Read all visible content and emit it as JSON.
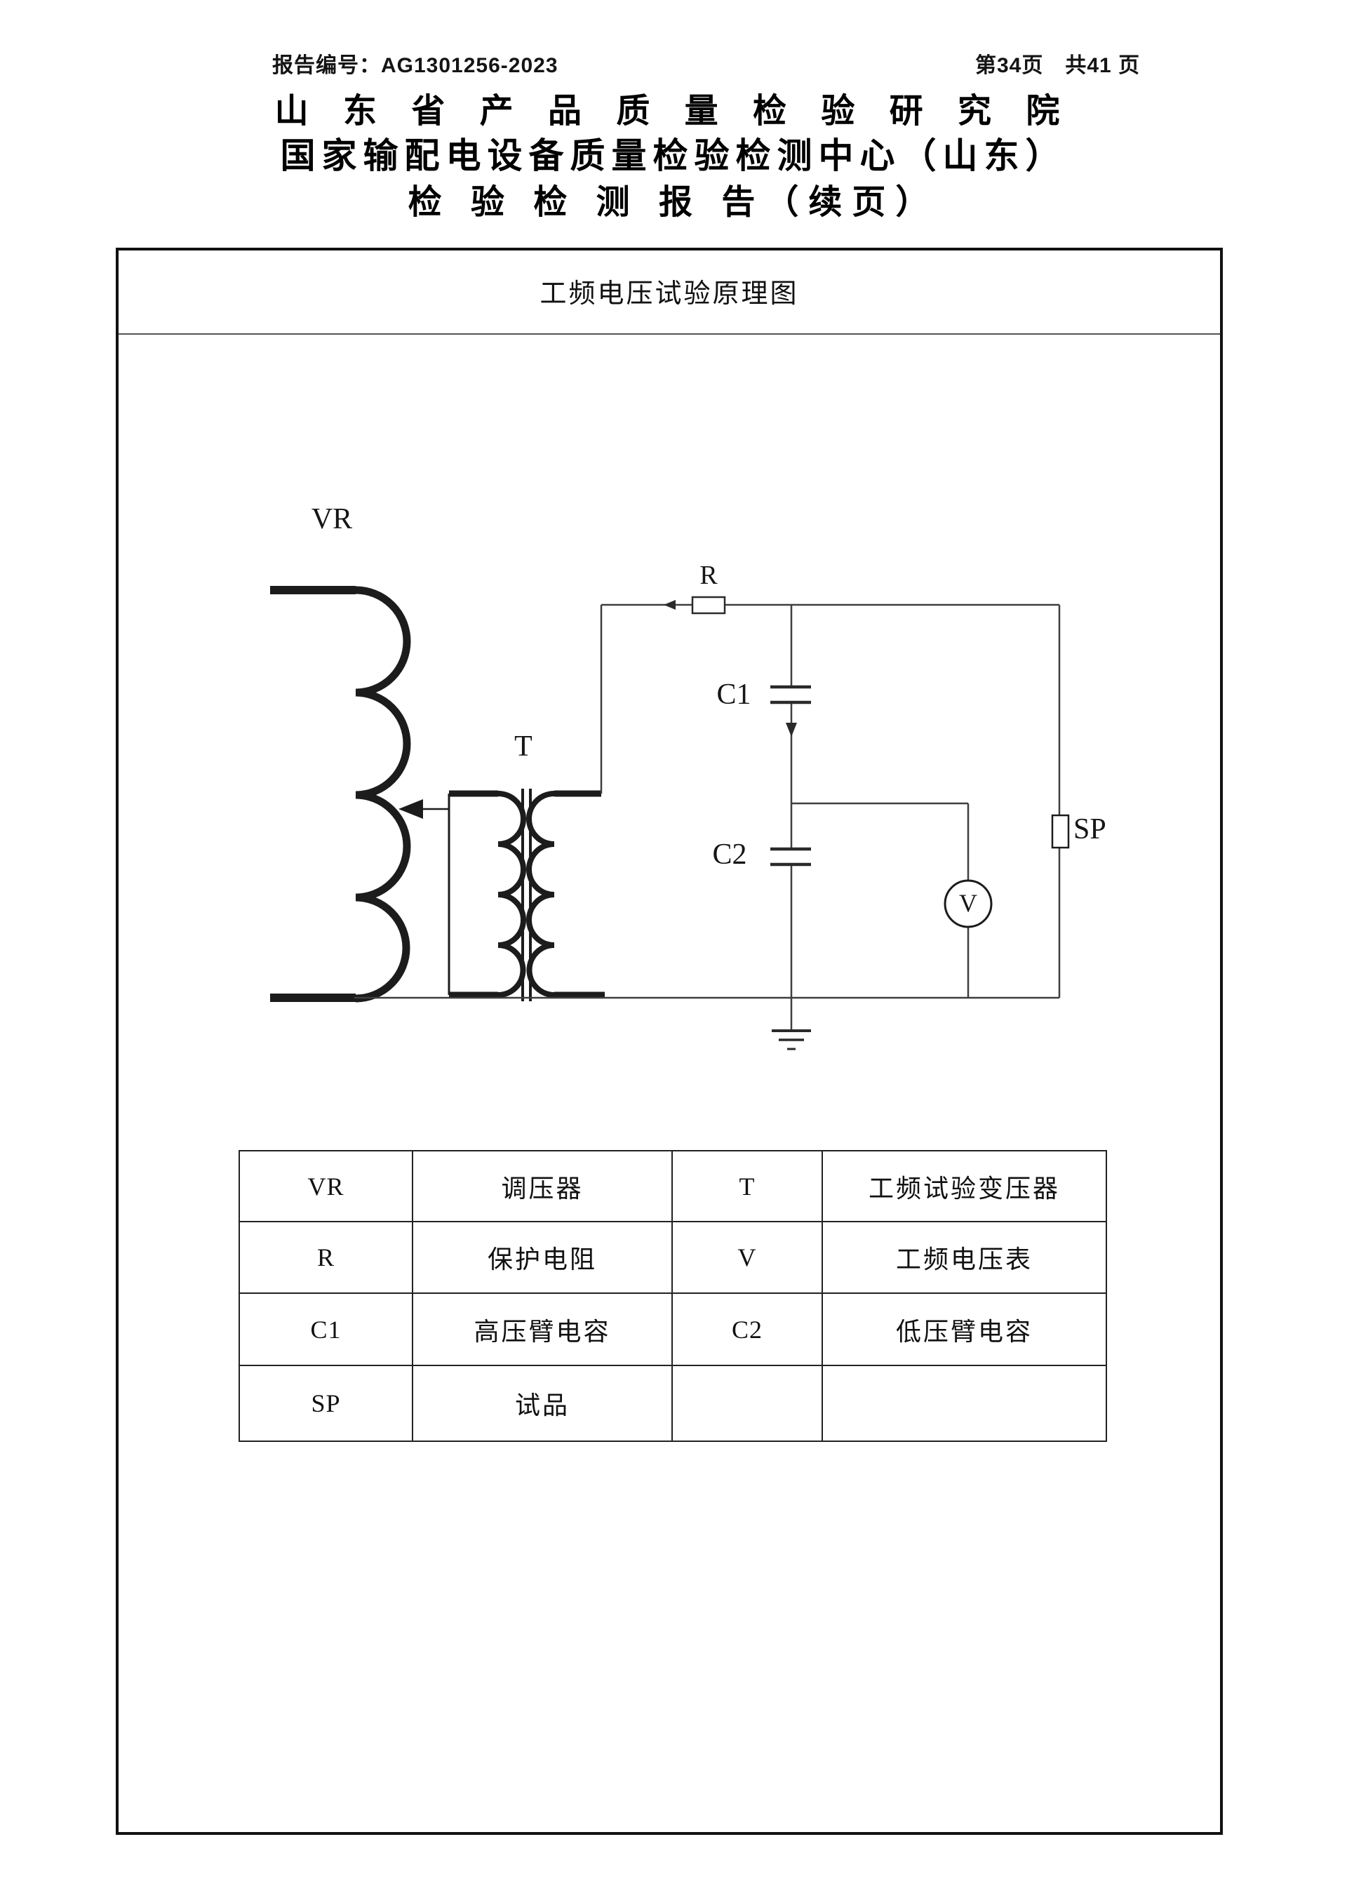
{
  "header": {
    "report_label": "报告编号：",
    "report_number": "AG1301256-2023",
    "page_text": "第34页　共41 页"
  },
  "title": {
    "line1": "山 东 省 产 品 质 量 检 验 研 究 院",
    "line2": "国家输配电设备质量检验检测中心（山东）",
    "line3": "检 验 检 测 报 告（续页）"
  },
  "diagram": {
    "title": "工频电压试验原理图",
    "labels": {
      "vr": "VR",
      "t": "T",
      "r": "R",
      "c1": "C1",
      "c2": "C2",
      "sp": "SP",
      "v": "V"
    }
  },
  "legend_table": {
    "rows": [
      [
        "VR",
        "调压器",
        "T",
        "工频试验变压器"
      ],
      [
        "R",
        "保护电阻",
        "V",
        "工频电压表"
      ],
      [
        "C1",
        "高压臂电容",
        "C2",
        "低压臂电容"
      ],
      [
        "SP",
        "试品",
        "",
        ""
      ]
    ]
  },
  "colors": {
    "ink": "#1a1a1a",
    "thin_line": "#3f3f3f",
    "paper": "#ffffff"
  }
}
